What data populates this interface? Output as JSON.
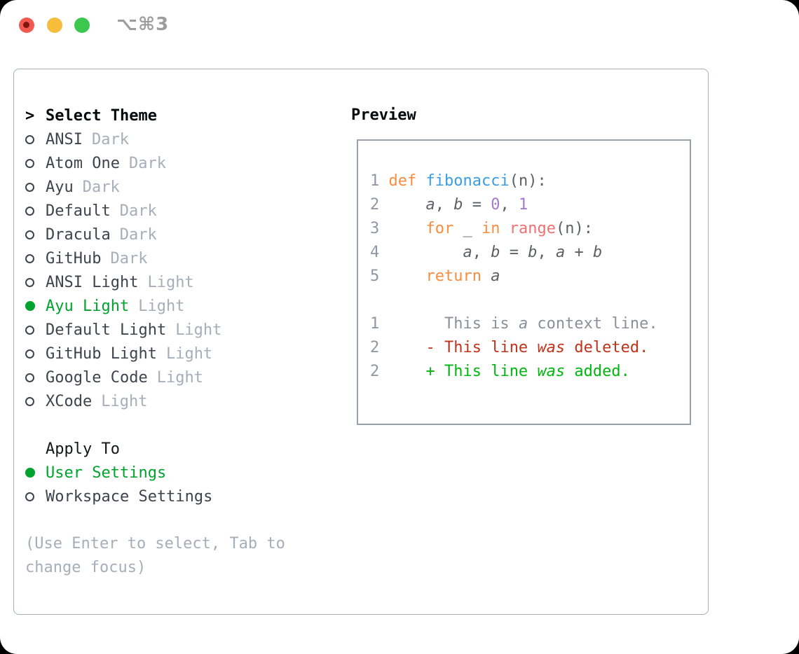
{
  "window": {
    "shortcut_label": "⌥⌘3",
    "traffic_lights": [
      "close",
      "minimize",
      "zoom"
    ]
  },
  "colors": {
    "accent_green": "#00a32e",
    "diff_added_green": "#00b70f",
    "diff_deleted_red": "#c0331b",
    "keyword_orange": "#fa8d3e",
    "function_blue": "#399ee6",
    "constant_purple": "#a37acc",
    "call_salmon": "#f07171",
    "code_foreground": "#5c6166",
    "muted_gray": "#a6aeb8",
    "panel_border": "#a6adb7"
  },
  "theme_panel": {
    "header": {
      "prefix": ">",
      "label": "Select Theme"
    },
    "themes": [
      {
        "name": "ANSI",
        "variant": "Dark",
        "selected": false
      },
      {
        "name": "Atom One",
        "variant": "Dark",
        "selected": false
      },
      {
        "name": "Ayu",
        "variant": "Dark",
        "selected": false
      },
      {
        "name": "Default",
        "variant": "Dark",
        "selected": false
      },
      {
        "name": "Dracula",
        "variant": "Dark",
        "selected": false
      },
      {
        "name": "GitHub",
        "variant": "Dark",
        "selected": false
      },
      {
        "name": "ANSI Light",
        "variant": "Light",
        "selected": false
      },
      {
        "name": "Ayu Light",
        "variant": "Light",
        "selected": true
      },
      {
        "name": "Default Light",
        "variant": "Light",
        "selected": false
      },
      {
        "name": "GitHub Light",
        "variant": "Light",
        "selected": false
      },
      {
        "name": "Google Code",
        "variant": "Light",
        "selected": false
      },
      {
        "name": "XCode",
        "variant": "Light",
        "selected": false
      }
    ],
    "apply_to": {
      "label": "Apply To",
      "options": [
        {
          "label": "User Settings",
          "selected": true
        },
        {
          "label": "Workspace Settings",
          "selected": false
        }
      ]
    },
    "hint": "(Use Enter to select, Tab to change focus)"
  },
  "preview": {
    "label": "Preview",
    "code_lines": [
      {
        "segments": [
          {
            "t": "1 ",
            "s": "num"
          },
          {
            "t": "def",
            "s": "kw"
          },
          {
            "t": " ",
            "s": "fg"
          },
          {
            "t": "fibonacci",
            "s": "fn"
          },
          {
            "t": "(n):",
            "s": "fg"
          }
        ]
      },
      {
        "segments": [
          {
            "t": "2 ",
            "s": "num"
          },
          {
            "t": "    ",
            "s": "fg"
          },
          {
            "t": "a",
            "s": "var"
          },
          {
            "t": ", ",
            "s": "fg"
          },
          {
            "t": "b",
            "s": "var"
          },
          {
            "t": " = ",
            "s": "fg"
          },
          {
            "t": "0",
            "s": "const"
          },
          {
            "t": ", ",
            "s": "fg"
          },
          {
            "t": "1",
            "s": "const"
          }
        ]
      },
      {
        "segments": [
          {
            "t": "3 ",
            "s": "num"
          },
          {
            "t": "    ",
            "s": "fg"
          },
          {
            "t": "for",
            "s": "kw"
          },
          {
            "t": " _ ",
            "s": "fg"
          },
          {
            "t": "in",
            "s": "kw"
          },
          {
            "t": " ",
            "s": "fg"
          },
          {
            "t": "range",
            "s": "call"
          },
          {
            "t": "(n):",
            "s": "fg"
          }
        ]
      },
      {
        "segments": [
          {
            "t": "4 ",
            "s": "num"
          },
          {
            "t": "        ",
            "s": "fg"
          },
          {
            "t": "a",
            "s": "var"
          },
          {
            "t": ", ",
            "s": "fg"
          },
          {
            "t": "b",
            "s": "var"
          },
          {
            "t": " = ",
            "s": "fg"
          },
          {
            "t": "b",
            "s": "var"
          },
          {
            "t": ", ",
            "s": "fg"
          },
          {
            "t": "a",
            "s": "var"
          },
          {
            "t": " + ",
            "s": "fg"
          },
          {
            "t": "b",
            "s": "var"
          }
        ]
      },
      {
        "segments": [
          {
            "t": "5 ",
            "s": "num"
          },
          {
            "t": "    ",
            "s": "fg"
          },
          {
            "t": "return",
            "s": "kw"
          },
          {
            "t": " ",
            "s": "fg"
          },
          {
            "t": "a",
            "s": "var"
          }
        ]
      },
      {
        "segments": []
      },
      {
        "segments": [
          {
            "t": "1",
            "s": "num"
          },
          {
            "t": "       This is ",
            "s": "ctx"
          },
          {
            "t": "a",
            "s": "ctx-i"
          },
          {
            "t": " context line.",
            "s": "ctx"
          }
        ]
      },
      {
        "segments": [
          {
            "t": "2",
            "s": "num"
          },
          {
            "t": "     ",
            "s": "fg"
          },
          {
            "t": "- This line ",
            "s": "del"
          },
          {
            "t": "was",
            "s": "del-i"
          },
          {
            "t": " deleted.",
            "s": "del"
          }
        ]
      },
      {
        "segments": [
          {
            "t": "2",
            "s": "num"
          },
          {
            "t": "     ",
            "s": "fg"
          },
          {
            "t": "+ This line ",
            "s": "add"
          },
          {
            "t": "was",
            "s": "add-i"
          },
          {
            "t": " added.",
            "s": "add"
          }
        ]
      }
    ]
  }
}
